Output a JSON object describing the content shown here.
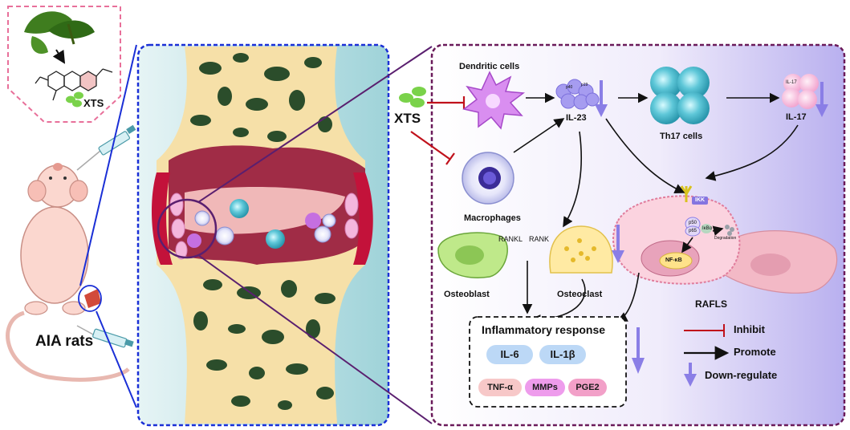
{
  "labels": {
    "xts_top": "XTS",
    "xts_main": "XTS",
    "aia_rats": "AIA rats",
    "dendritic_cells": "Dendritic cells",
    "il23": "IL-23",
    "th17_cells": "Th17 cells",
    "il17": "IL-17",
    "macrophages": "Macrophages",
    "rankl": "RANKL",
    "rank": "RANK",
    "osteoblast": "Osteoblast",
    "osteoclast": "Osteoclast",
    "rafls": "RAFLS",
    "ikk": "IKK",
    "p50": "p50",
    "p65": "p65",
    "ikba": "IκBα",
    "degradation": "Degradation",
    "nfkb": "NF-κB",
    "il17_bubble": "IL-17",
    "il23_p40": "p40",
    "il23_p19": "p19"
  },
  "inflammatory": {
    "title": "Inflammatory response",
    "il6": "IL-6",
    "il1b": "IL-1β",
    "tnfa": "TNF-α",
    "mmps": "MMPs",
    "pge2": "PGE2"
  },
  "legend": {
    "inhibit": "Inhibit",
    "promote": "Promote",
    "down": "Down-regulate"
  },
  "colors": {
    "inhibit": "#c0111b",
    "promote": "#111111",
    "down": "#8a7ee6",
    "blue_border": "#1a2fd6",
    "purple_border": "#6a1a5a",
    "pink_border": "#e8709a"
  }
}
